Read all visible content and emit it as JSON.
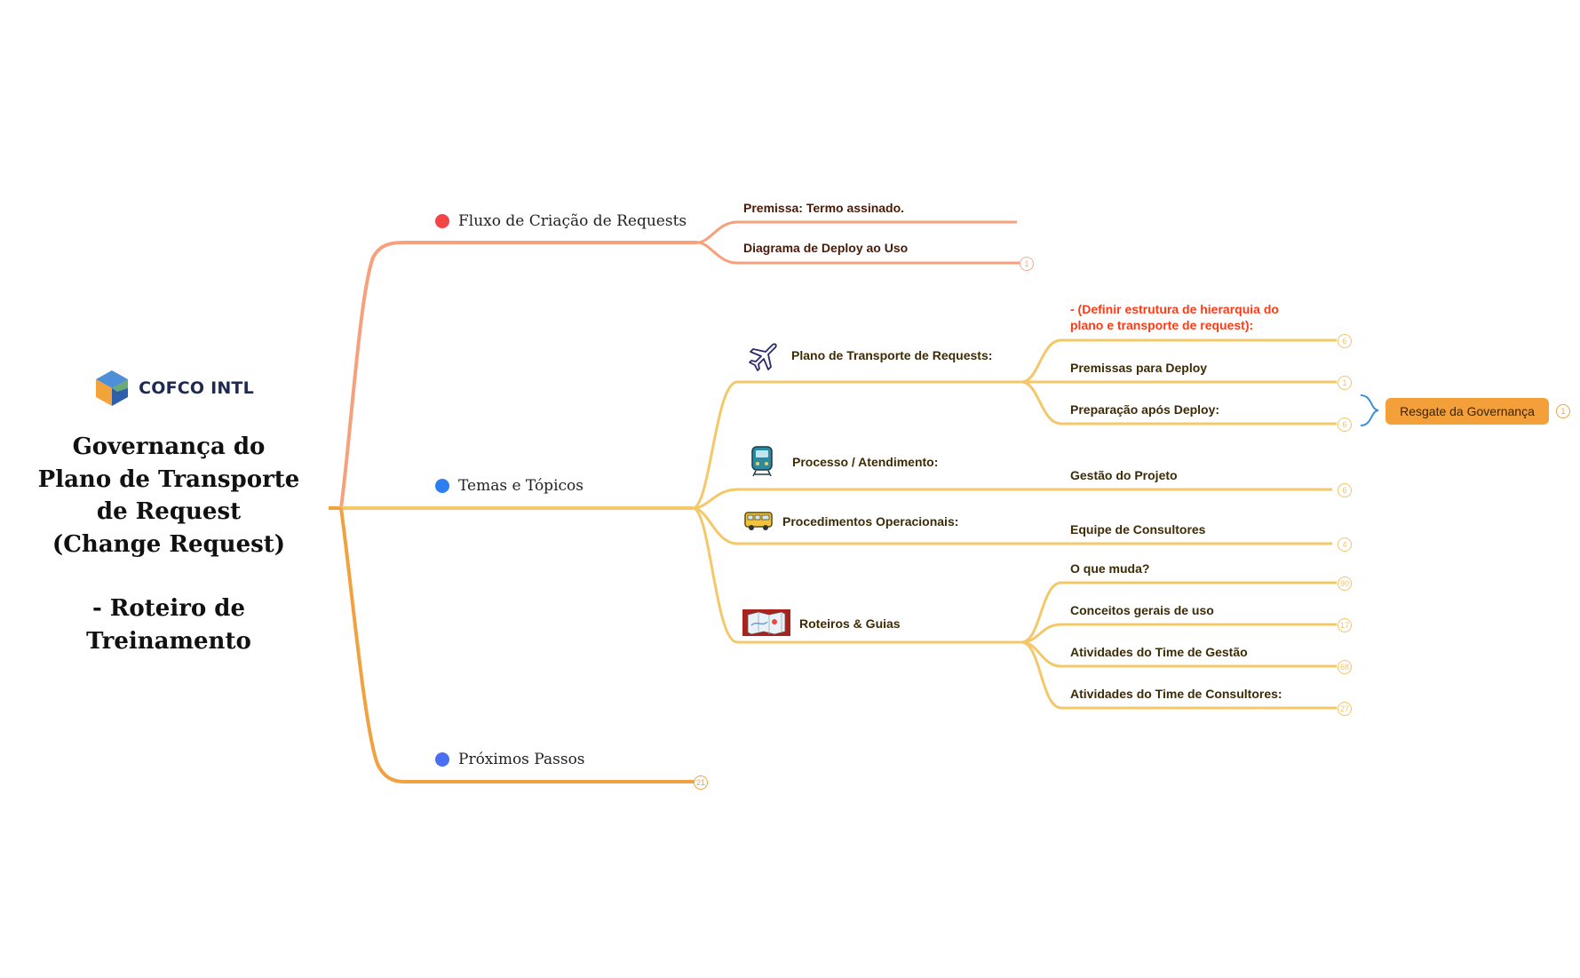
{
  "root": {
    "logo_text": "COFCO INTL",
    "title_lines": [
      "Governança do",
      "Plano de Transporte",
      "de Request",
      "(Change Request)"
    ],
    "subtitle_lines": [
      "- Roteiro de",
      "Treinamento"
    ]
  },
  "branches": [
    {
      "label": "Fluxo de Criação de Requests",
      "dot_color": "#f24646",
      "line_color": "#f7a07c",
      "children": [
        {
          "label": "Premissa: Termo assinado."
        },
        {
          "label": "Diagrama de Deploy ao Uso",
          "count": "1"
        }
      ]
    },
    {
      "label": "Temas e Tópicos",
      "dot_color": "#2d7ff0",
      "line_color": "#f4c869",
      "children": [
        {
          "label": "Plano de Transporte de Requests:",
          "icon": "airplane-icon",
          "children": [
            {
              "label_lines": [
                "-  (Definir estrutura de hierarquia do",
                "plano e transporte de request):"
              ],
              "count": "6"
            },
            {
              "label": "Premissas para Deploy",
              "count": "1"
            },
            {
              "label": "Preparação após Deploy:",
              "count": "6",
              "callout": {
                "label": "Resgate da Governança",
                "count": "1"
              }
            }
          ]
        },
        {
          "label": "Processo / Atendimento:",
          "icon": "train-icon",
          "children": [
            {
              "label": "Gestão do Projeto",
              "count": "6"
            }
          ]
        },
        {
          "label": "Procedimentos Operacionais:",
          "icon": "bus-icon",
          "children": [
            {
              "label": "Equipe de Consultores",
              "count": "4"
            }
          ]
        },
        {
          "label": "Roteiros & Guias",
          "icon": "map-icon",
          "children": [
            {
              "label": "O que muda?",
              "count": "90"
            },
            {
              "label": "Conceitos gerais de uso",
              "count": "17"
            },
            {
              "label": "Atividades do Time de Gestão",
              "count": "68"
            },
            {
              "label": "Atividades do Time de Consultores:",
              "count": "27"
            }
          ]
        }
      ]
    },
    {
      "label": "Próximos Passos",
      "dot_color": "#4a6ff0",
      "line_color": "#f0a240",
      "count": "21"
    }
  ],
  "colors": {
    "salmon_line": "#f7a07c",
    "yellow_line": "#f4c869",
    "orange_line": "#f0a240",
    "callout_bg": "#f3a03b",
    "bracket": "#3a8fd6",
    "red_text": "#ff3a14"
  }
}
